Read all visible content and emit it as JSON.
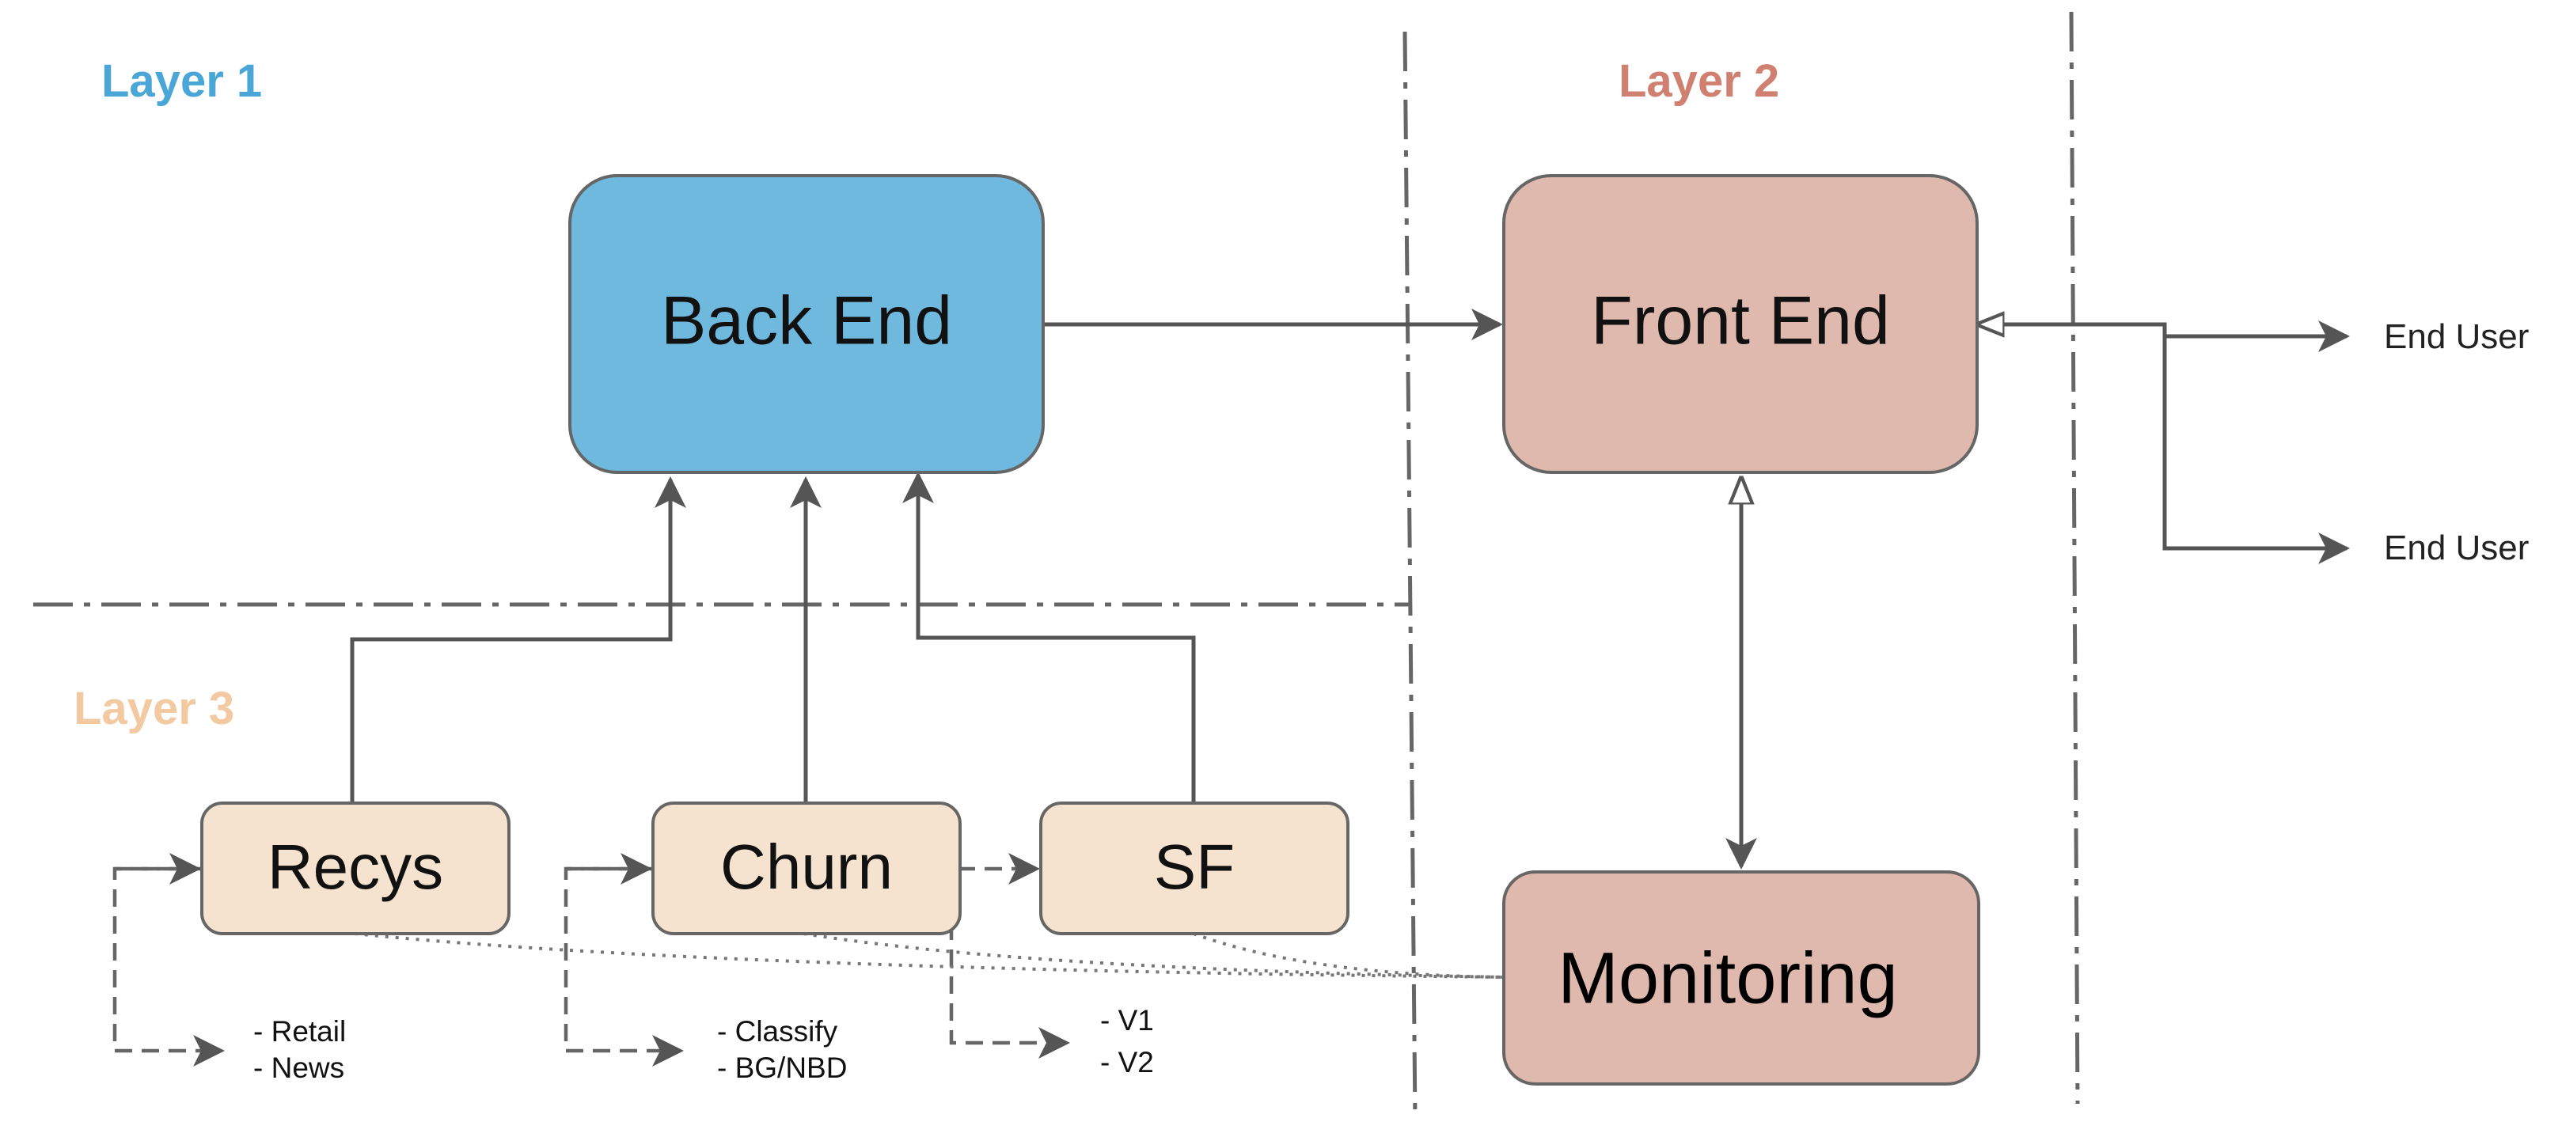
{
  "layers": {
    "layer1": {
      "label": "Layer 1",
      "color": "#4aa6d6"
    },
    "layer2": {
      "label": "Layer 2",
      "color": "#d08070"
    },
    "layer3": {
      "label": "Layer 3",
      "color": "#f2c9a0"
    }
  },
  "nodes": {
    "back_end": {
      "label": "Back End",
      "fill": "#6fb8de"
    },
    "front_end": {
      "label": "Front End",
      "fill": "#dfb8ae"
    },
    "monitoring": {
      "label": "Monitoring",
      "fill": "#dfb8ae"
    },
    "recys": {
      "label": "Recys",
      "fill": "#f6e3cf"
    },
    "churn": {
      "label": "Churn",
      "fill": "#f6e3cf"
    },
    "sf": {
      "label": "SF",
      "fill": "#f6e3cf"
    }
  },
  "end_users": [
    "End User",
    "End User"
  ],
  "notes": {
    "recys": [
      "- Retail",
      "- News"
    ],
    "churn": [
      "- Classify",
      "- BG/NBD"
    ],
    "sf": [
      "- V1",
      "- V2"
    ]
  },
  "colors": {
    "line": "#555555",
    "node_stroke": "#666666"
  }
}
